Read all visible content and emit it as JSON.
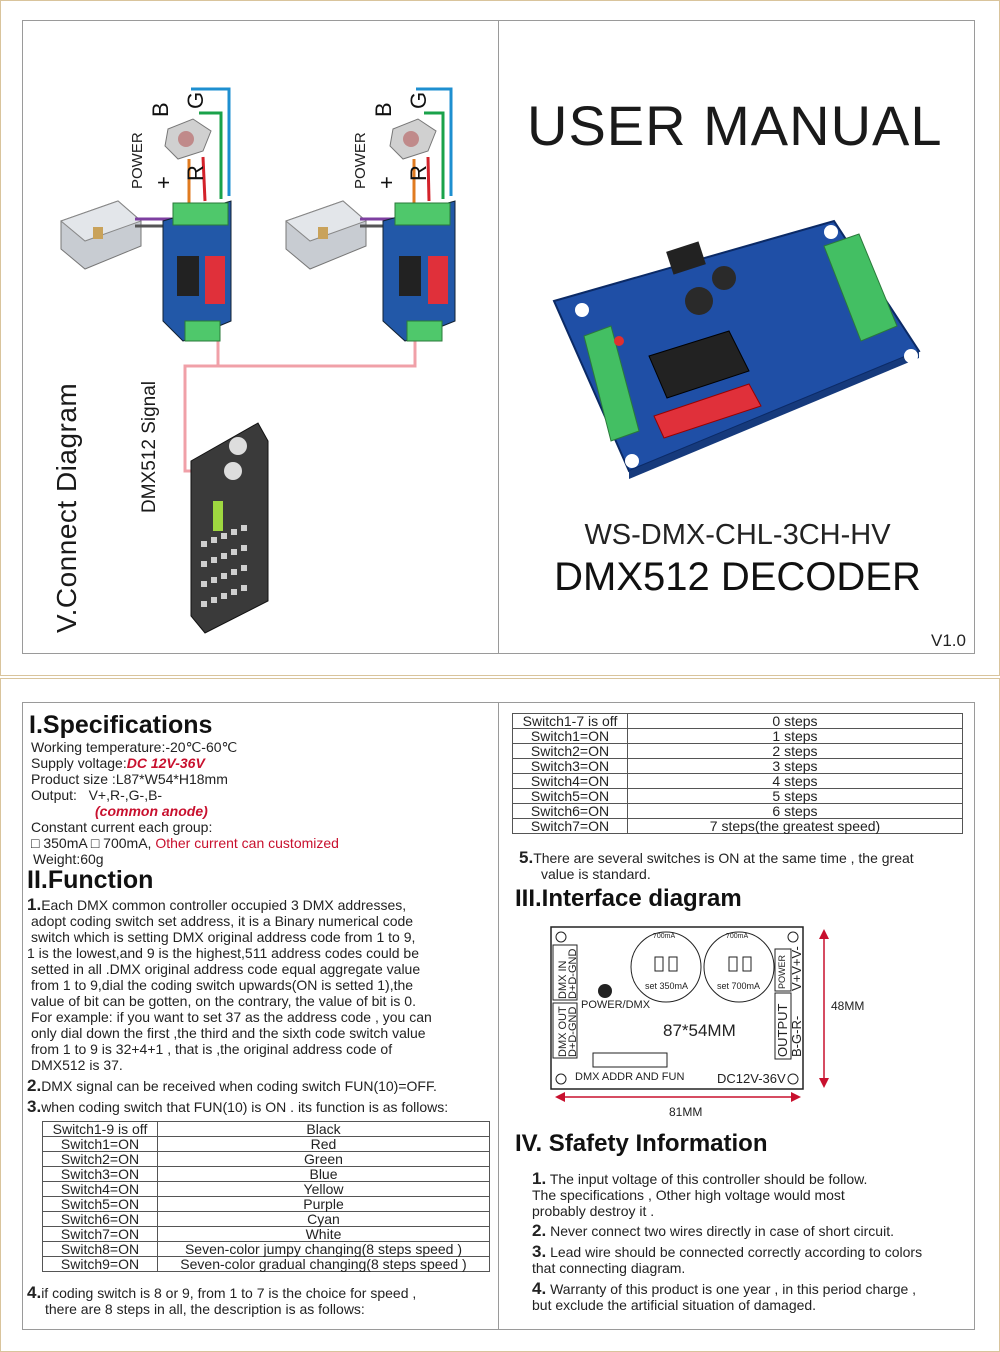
{
  "cover": {
    "connect_title": "V.Connect Diagram",
    "dmx_signal": "DMX512 Signal",
    "power_label": "POWER",
    "plus": "+",
    "pin_b": "B",
    "pin_g": "G",
    "pin_r": "R",
    "user_manual": "USER MANUAL",
    "model": "WS-DMX-CHL-3CH-HV",
    "product_name": "DMX512 DECODER",
    "version": "V1.0"
  },
  "specs": {
    "heading": "I.Specifications",
    "working_temp": "Working temperature:-20℃-60℃",
    "supply_label": "Supply voltage:",
    "supply_value": "DC 12V-36V",
    "product_size": "Product size :L87*W54*H18mm",
    "output": "Output:   V+,R-,G-,B-",
    "common_anode": "(common anode)",
    "constant_current": "Constant current  each group:",
    "current_options": "□ 350mA □ 700mA, ",
    "current_custom": "Other current can customized",
    "weight": "Weight:60g"
  },
  "function": {
    "heading": "II.Function",
    "n1": "1.",
    "p1_lines": [
      "Each DMX common controller occupied 3 DMX addresses,",
      "adopt coding switch set address, it is a Binary numerical code",
      "switch which is setting DMX original address code from 1 to 9,",
      "1 is the lowest,and 9 is the highest,511 address codes  could be",
      "setted  in all .DMX original address code equal aggregate value",
      "from 1 to 9,dial the coding switch upwards(ON is setted 1),the",
      "value of bit can be  gotten, on the contrary, the value of bit is 0.",
      "For example: if you want to set 37 as the address code , you can",
      "only dial down the first ,the third and the  sixth code switch value",
      "from 1 to 9 is 32+4+1 , that is ,the original address  code of",
      "DMX512 is 37."
    ],
    "n2": "2.",
    "p2": "DMX signal can be received when coding switch FUN(10)=OFF.",
    "n3": "3.",
    "p3": "when coding switch that FUN(10) is ON . its function is as follows:",
    "table1": [
      [
        "Switch1-9 is off",
        "Black"
      ],
      [
        "Switch1=ON",
        "Red"
      ],
      [
        "Switch2=ON",
        "Green"
      ],
      [
        "Switch3=ON",
        "Blue"
      ],
      [
        "Switch4=ON",
        "Yellow"
      ],
      [
        "Switch5=ON",
        "Purple"
      ],
      [
        "Switch6=ON",
        "Cyan"
      ],
      [
        "Switch7=ON",
        "White"
      ],
      [
        "Switch8=ON",
        "Seven-color jumpy changing(8 steps speed )"
      ],
      [
        "Switch9=ON",
        "Seven-color gradual changing(8 steps speed )"
      ]
    ],
    "n4": "4.",
    "p4_line1": "if coding switch is 8 or 9,  from 1 to 7 is the choice for speed ,",
    "p4_line2": "there are 8 steps in all, the description is as follows:"
  },
  "speed": {
    "table2": [
      [
        "Switch1-7 is off",
        "0 steps"
      ],
      [
        "Switch1=ON",
        "1 steps"
      ],
      [
        "Switch2=ON",
        "2 steps"
      ],
      [
        "Switch3=ON",
        "3 steps"
      ],
      [
        "Switch4=ON",
        "4 steps"
      ],
      [
        "Switch5=ON",
        "5 steps"
      ],
      [
        "Switch6=ON",
        "6 steps"
      ],
      [
        "Switch7=ON",
        "7 steps(the greatest speed)"
      ]
    ],
    "n5": "5.",
    "p5_line1": "There are several switches is ON at the same time , the great",
    "p5_line2": "value is standard."
  },
  "interface": {
    "heading": "III.Interface diagram",
    "dmx_in": "DMX IN",
    "dmx_in_pins": "D+D-GND",
    "dmx_out": "DMX OUT",
    "dmx_out_pins": "D+D-GND",
    "power_dmx": "POWER/DMX",
    "cap1_top": "700mA",
    "cap2_top": "700mA",
    "set350": "set 350mA",
    "set700": "set 700mA",
    "size": "87*54MM",
    "output_label": "OUTPUT",
    "power_label": "POWER",
    "output_pins": "B-G-R-",
    "power_pins": "V+V+V-",
    "dmx_addr": "DMX ADDR AND FUN",
    "voltage": "DC12V-36V",
    "height": "48MM",
    "width": "81MM"
  },
  "safety": {
    "heading": "IV. Sfafety Information",
    "n1": "1.",
    "s1_line1": "The input voltage of this controller should be follow.",
    "s1_line2": "The specifications , Other high voltage would most",
    "s1_line3": "probably destroy it .",
    "n2": "2.",
    "s2": "Never connect two wires directly in case of short circuit.",
    "n3": "3.",
    "s3_line1": "Lead wire should be connected correctly according to colors",
    "s3_line2": "that connecting diagram.",
    "n4": "4.",
    "s4_line1": "Warranty of this product is one year , in this period charge ,",
    "s4_line2": "but exclude the artificial situation of damaged."
  }
}
